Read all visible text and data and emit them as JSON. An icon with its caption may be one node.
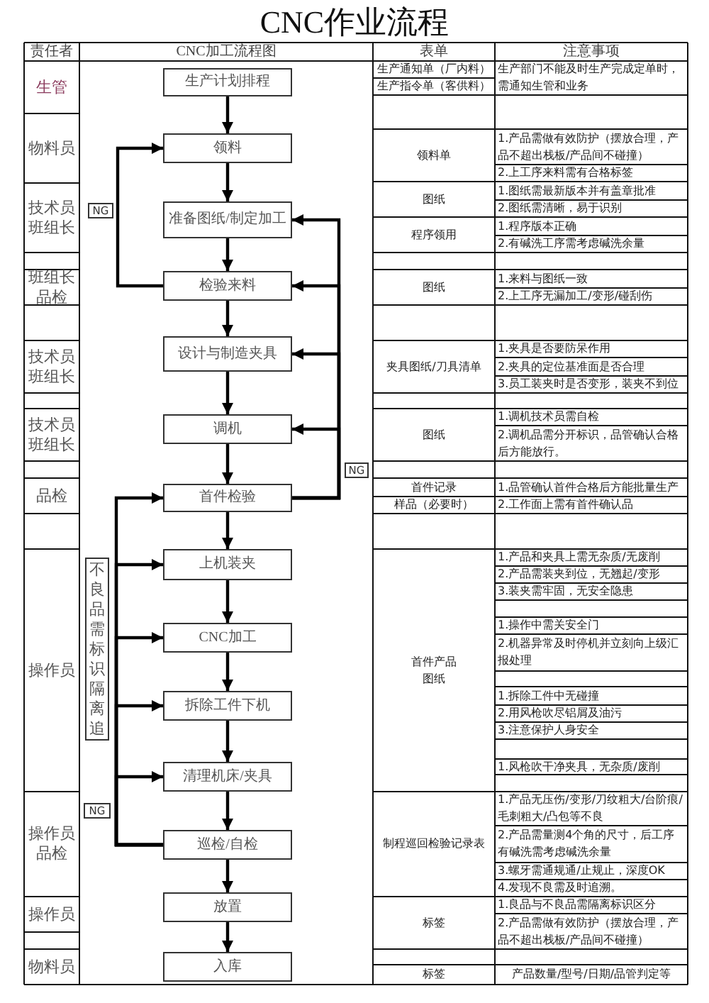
{
  "diagram": {
    "title": "CNC作业流程",
    "nodes": [
      {
        "text": [
          "生产计划排程"
        ]
      },
      {
        "text": [
          "领料"
        ]
      },
      {
        "text": [
          "NG"
        ]
      },
      {
        "text": [
          "准备图纸/制定加工"
        ]
      },
      {
        "text": [
          "检验来料"
        ]
      },
      {
        "text": [
          "设计与制造夹具"
        ]
      },
      {
        "text": [
          "调机"
        ]
      },
      {
        "text": [
          "NG"
        ]
      },
      {
        "text": [
          "首件检验"
        ]
      },
      {
        "text": [
          "上机装夹"
        ]
      },
      {
        "text": [
          "不良品需标识隔离追"
        ]
      },
      {
        "text": [
          "CNC加工"
        ]
      },
      {
        "text": [
          "拆除工件下机"
        ]
      },
      {
        "text": [
          "清理机床/夹具"
        ]
      },
      {
        "text": [
          "NG"
        ]
      },
      {
        "text": [
          "巡检/自检"
        ]
      },
      {
        "text": [
          "放置"
        ]
      },
      {
        "text": [
          "入库"
        ]
      }
    ],
    "edges": [
      {
        "from": 0,
        "to": 1,
        "arrow": "to"
      },
      {
        "from": 1,
        "to": 3,
        "arrow": "to"
      },
      {
        "from": 3,
        "to": 4,
        "arrow": "to"
      },
      {
        "from": 4,
        "to": 5,
        "arrow": "to"
      },
      {
        "from": 5,
        "to": 6,
        "arrow": "to"
      },
      {
        "from": 6,
        "to": 8,
        "arrow": "to"
      },
      {
        "from": 8,
        "to": 9,
        "arrow": "to"
      },
      {
        "from": 9,
        "to": 11,
        "arrow": "to"
      },
      {
        "from": 11,
        "to": 12,
        "arrow": "to"
      },
      {
        "from": 12,
        "to": 13,
        "arrow": "to"
      },
      {
        "from": 13,
        "to": 15,
        "arrow": "to"
      },
      {
        "from": 15,
        "to": 16,
        "arrow": "to"
      },
      {
        "from": 16,
        "to": 17,
        "arrow": "to"
      },
      {
        "from": 4,
        "to": 1,
        "arrow": "to"
      },
      {
        "from": 8,
        "to": 3,
        "arrow": "to"
      },
      {
        "from": 8,
        "to": 4,
        "arrow": "to"
      },
      {
        "from": 8,
        "to": 5,
        "arrow": "to"
      },
      {
        "from": 8,
        "to": 6,
        "arrow": "to"
      },
      {
        "from": 15,
        "to": 8,
        "arrow": "to"
      },
      {
        "from": 15,
        "to": 9,
        "arrow": "to"
      },
      {
        "from": 15,
        "to": 11,
        "arrow": "to"
      },
      {
        "from": 15,
        "to": 12,
        "arrow": "to"
      },
      {
        "from": 15,
        "to": 13,
        "arrow": "to"
      }
    ],
    "labels": [
      "责任者",
      "CNC加工流程图",
      "表单",
      "注意事项",
      "生管",
      "生产通知单（厂内料）",
      "生产部门不能及时生产完成定单时，需通知生管和业务",
      "生产指令单（客供料）",
      "物料员",
      "领料单",
      "1.产品需做有效防护（摆放合理，产品不超出栈板/产品间不碰撞）",
      "2.上工序来料需有合格标签",
      "技术员班组长",
      "图纸",
      "1.图纸需最新版本并有盖章批准",
      "2.图纸需清晰，易于识别",
      "程序领用",
      "1.程序版本正确",
      "2.有碱洗工序需考虑碱洗余量",
      "班组长品检",
      "图纸",
      "1.来料与图纸一致",
      "2.上工序无漏加工/变形/碰刮伤",
      "技术员班组长",
      "夹具图纸/刀具清单",
      "1.夹具是否要防呆作用",
      "2.夹具的定位基准面是否合理",
      "3.员工装夹时是否变形，装夹不到位",
      "技术员班组长",
      "图纸",
      "1.调机技术员需自检",
      "2.调机品需分开标识，品管确认合格后方能放行。",
      "品检",
      "首件记录",
      "1.品管确认首件合格后方能批量生产",
      "样品（必要时）",
      "2.工作面上需有首件确认品",
      "操作员",
      "首件产品图纸",
      "1.产品和夹具上需无杂质/无废削",
      "2.产品需装夹到位，无翘起/变形",
      "3.装夹需牢固，无安全隐患",
      "1.操作中需关安全门",
      "2.机器异常及时停机并立刻向上级汇报处理",
      "1.拆除工件中无碰撞",
      "2.用风枪吹尽铝屑及油污",
      "3.注意保护人身安全",
      "1.风枪吹干净夹具，无杂质/废削",
      "操作员品检",
      "制程巡回检验记录表",
      "1.产品无压伤/变形/刀纹粗大/台阶痕/毛刺粗大/凸包等不良",
      "2.产品需量测4个角的尺寸，后工序有碱洗需考虑碱洗余量",
      "3.螺牙需通规通/止规止，深度OK",
      "4.发现不良需及时追溯。",
      "操作员",
      "标签",
      "1.良品与不良品需隔离标识区分",
      "2.产品需做有效防护（摆放合理，产品不超出栈板/产品间不碰撞）",
      "物料员",
      "标签",
      "产品数量/型号/日期/品管判定等"
    ]
  }
}
